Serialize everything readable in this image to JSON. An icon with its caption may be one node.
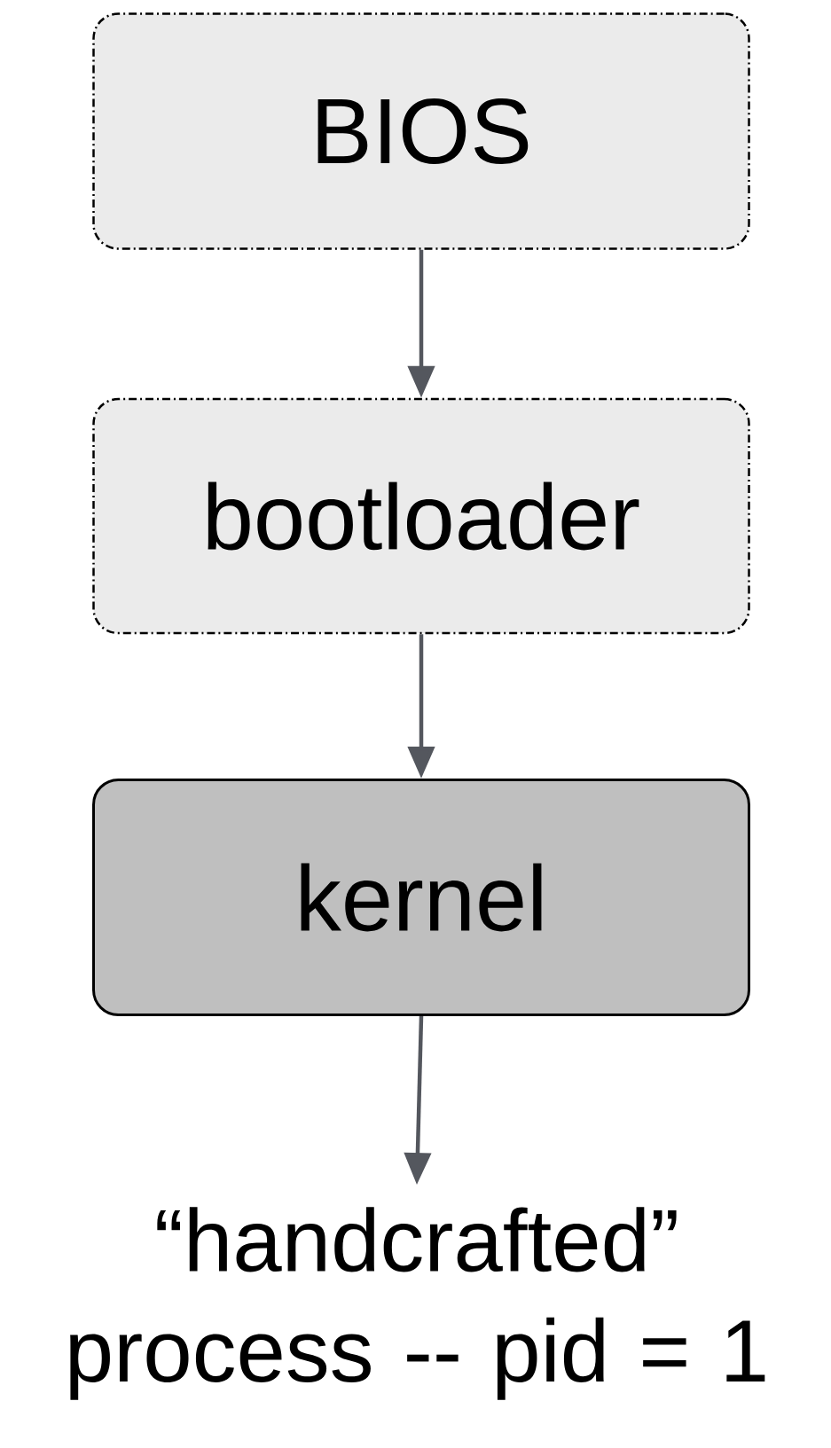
{
  "diagram": {
    "nodes": [
      {
        "text": [
          "BIOS"
        ]
      },
      {
        "text": [
          "bootloader"
        ]
      },
      {
        "text": [
          "kernel"
        ]
      },
      {
        "text": [
          "“handcrafted” process -- pid = 1"
        ]
      }
    ],
    "edges": [
      {
        "from": 0,
        "to": 1,
        "arrow": "to"
      },
      {
        "from": 1,
        "to": 2,
        "arrow": "to"
      },
      {
        "from": 2,
        "to": 3,
        "arrow": "to"
      }
    ]
  }
}
